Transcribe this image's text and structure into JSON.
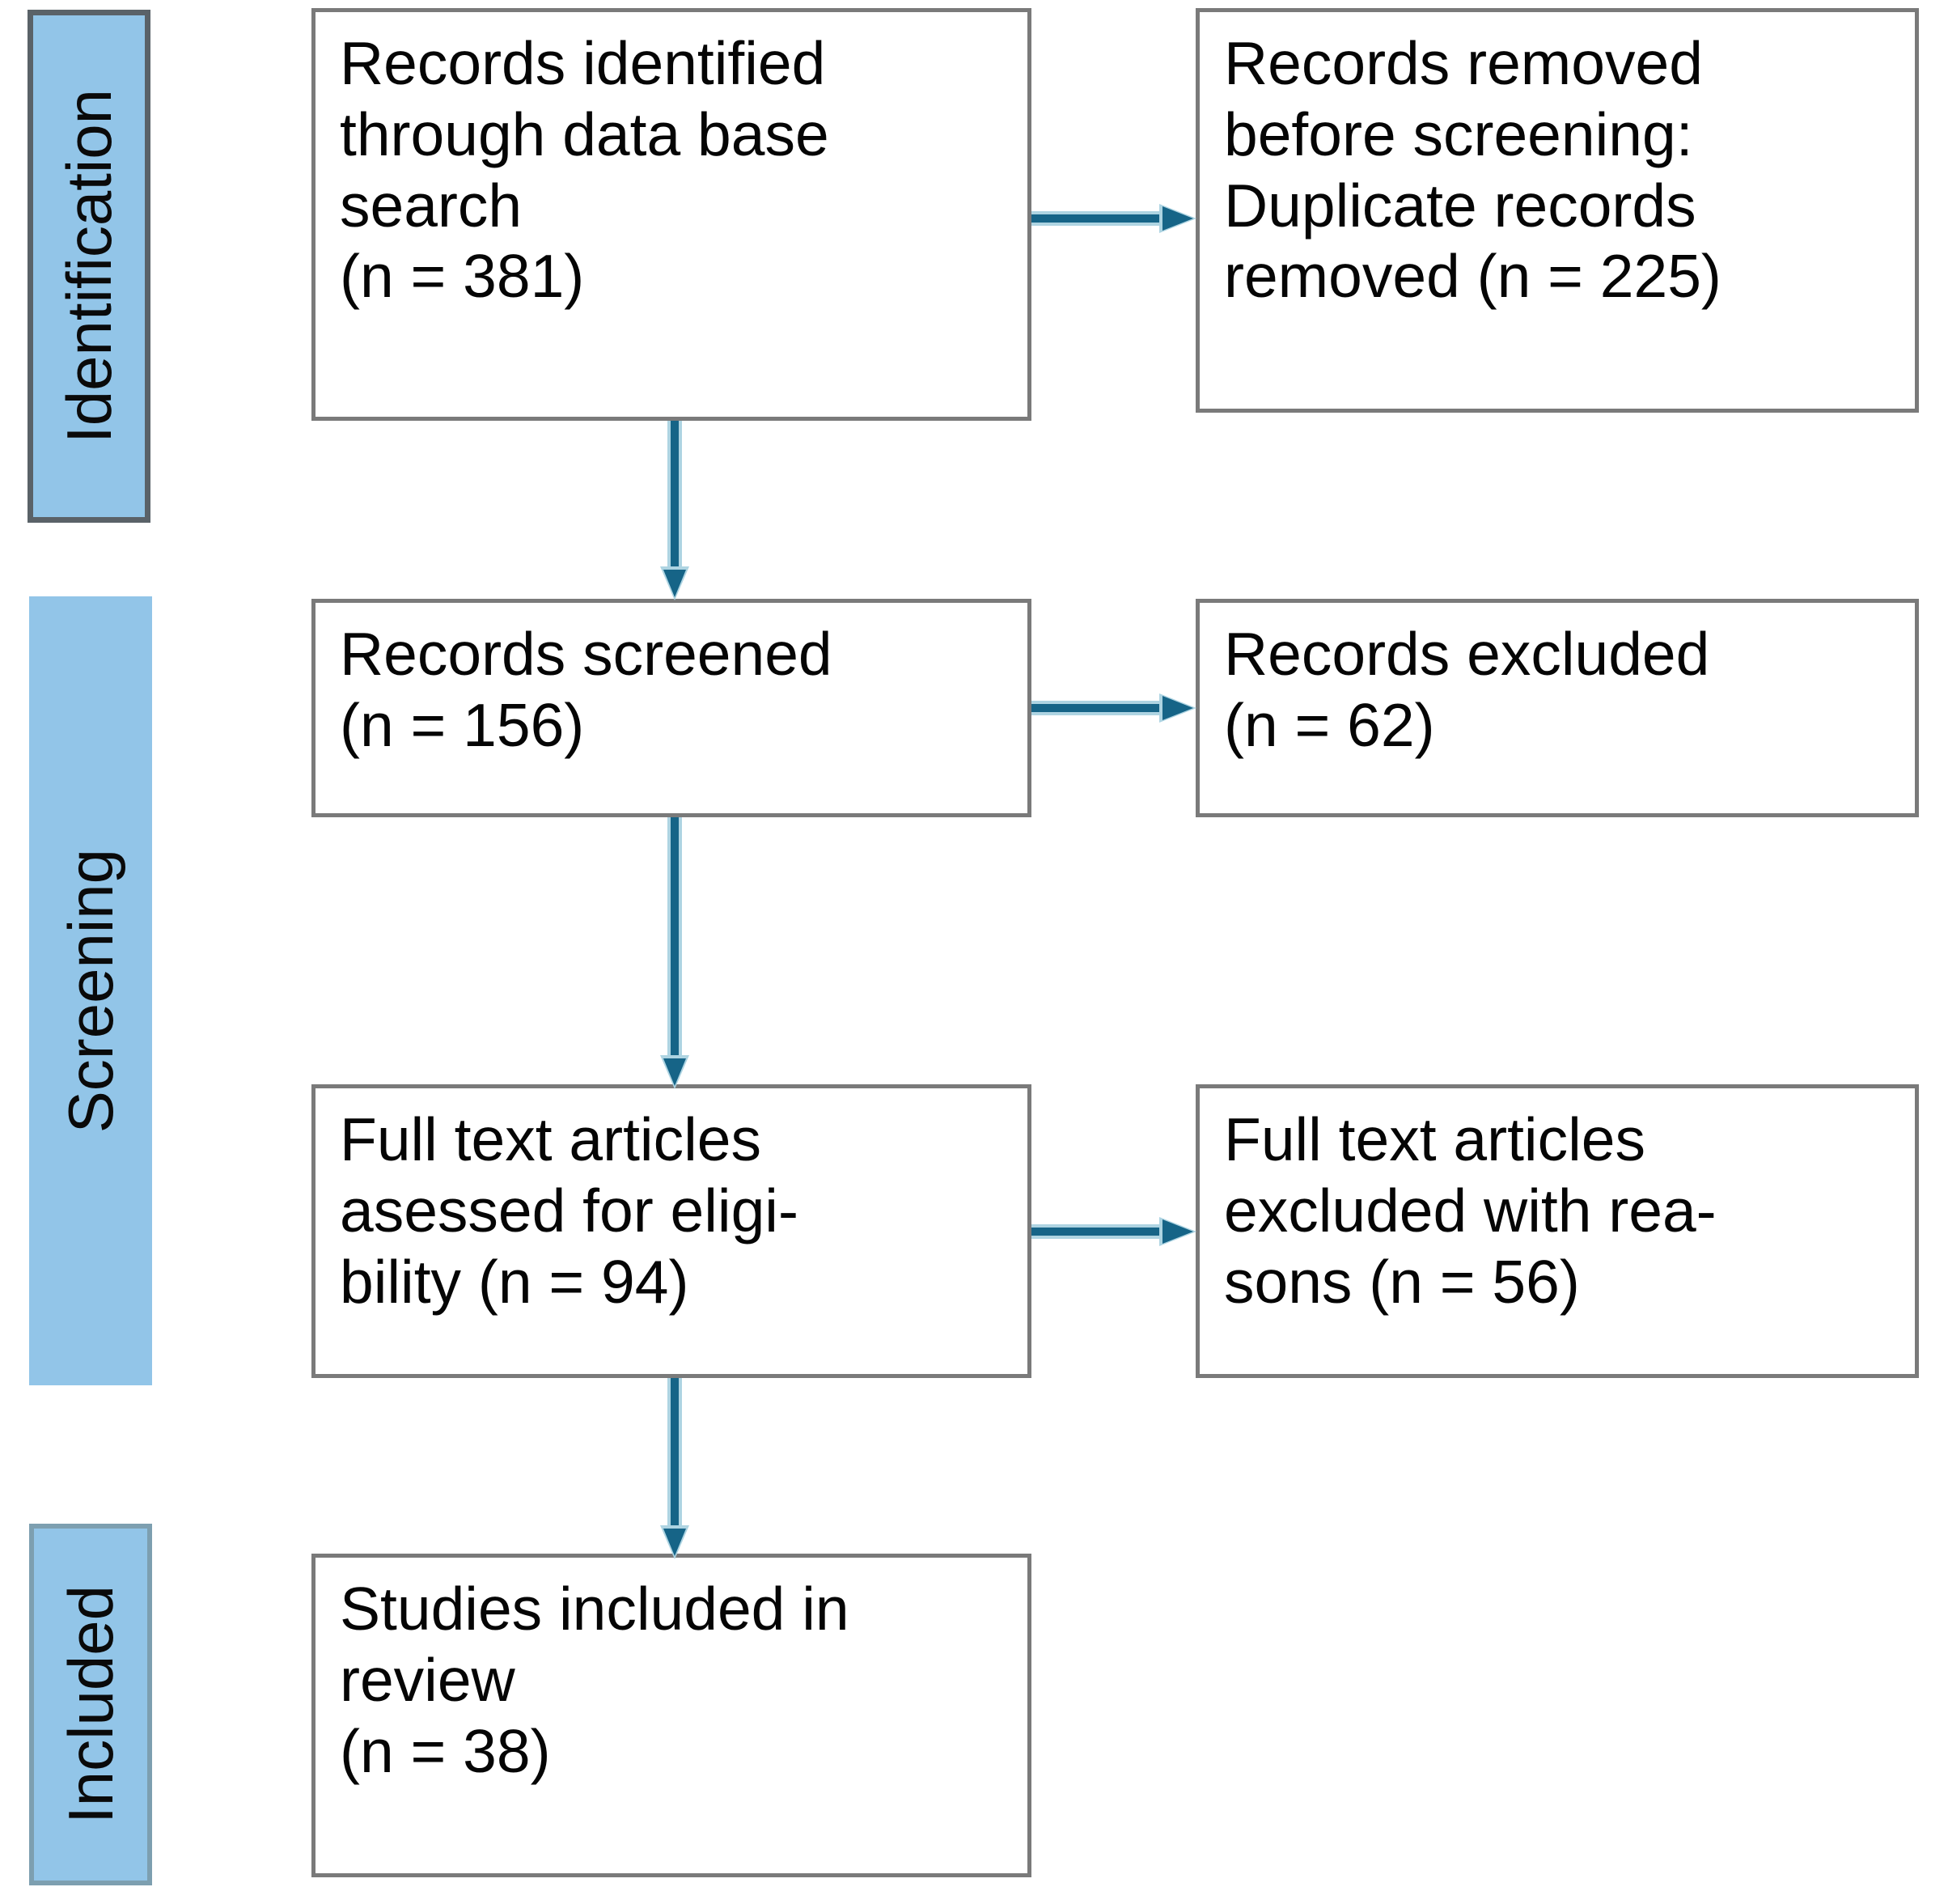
{
  "diagram": {
    "type": "prisma-flow-diagram",
    "accent_color": "#166487",
    "stage_bar_color": "#92C5E8",
    "box_border_color": "#7A7A7A",
    "stages": [
      {
        "id": "identification",
        "label": "Identification"
      },
      {
        "id": "screening",
        "label": "Screening"
      },
      {
        "id": "included",
        "label": "Included"
      }
    ],
    "boxes": [
      {
        "id": "records-identified",
        "text": "Records identified\nthrough data base\nsearch\n(n = 381)",
        "count": 381
      },
      {
        "id": "records-removed",
        "text": "Records removed\nbefore screening:\nDuplicate records\nremoved (n = 225)",
        "count": 225
      },
      {
        "id": "records-screened",
        "text": "Records screened\n(n = 156)",
        "count": 156
      },
      {
        "id": "records-excluded",
        "text": "Records excluded\n(n = 62)",
        "count": 62
      },
      {
        "id": "fulltext-assessed",
        "text": "Full text articles\nasessed for eligi-\nbility (n = 94)",
        "count": 94
      },
      {
        "id": "fulltext-excluded",
        "text": "Full text articles\nexcluded with rea-\nsons (n = 56)",
        "count": 56
      },
      {
        "id": "studies-included",
        "text": "Studies included in\nreview\n(n = 38)",
        "count": 38
      }
    ],
    "connectors": [
      {
        "id": "identified-to-removed",
        "from": "records-identified",
        "to": "records-removed",
        "direction": "right"
      },
      {
        "id": "identified-to-screened",
        "from": "records-identified",
        "to": "records-screened",
        "direction": "down"
      },
      {
        "id": "screened-to-excluded",
        "from": "records-screened",
        "to": "records-excluded",
        "direction": "right"
      },
      {
        "id": "screened-to-fulltext",
        "from": "records-screened",
        "to": "fulltext-assessed",
        "direction": "down"
      },
      {
        "id": "fulltext-to-excluded",
        "from": "fulltext-assessed",
        "to": "fulltext-excluded",
        "direction": "right"
      },
      {
        "id": "fulltext-to-included",
        "from": "fulltext-assessed",
        "to": "studies-included",
        "direction": "down"
      }
    ]
  }
}
